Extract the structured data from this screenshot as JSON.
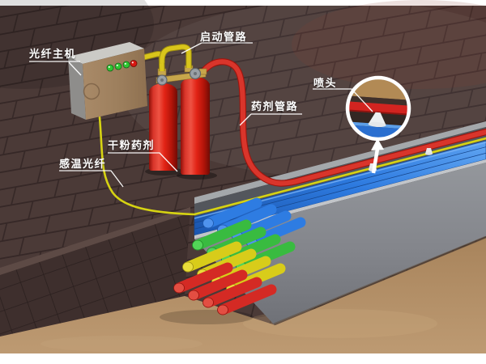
{
  "labels": {
    "fiber_host": "光纤主机",
    "start_pipeline": "启动管路",
    "agent_pipeline": "药剂管路",
    "nozzle": "喷头",
    "dry_powder_agent": "干粉药剂",
    "sensing_fiber": "感温光纤"
  },
  "control_box": {
    "indicator_lights": [
      {
        "color": "#2fc832"
      },
      {
        "color": "#2fc832"
      },
      {
        "color": "#2fc832"
      },
      {
        "color": "#d81710"
      }
    ]
  },
  "equipment": {
    "cylinder_count": 2,
    "tray_bundle_rows": [
      "blue",
      "green",
      "yellow",
      "red"
    ]
  },
  "palette": {
    "background": "#ffffff",
    "brick_floor": "#4b3a37",
    "brick_joint": "#362827",
    "sand": "#b18c63",
    "tray_gray": "#85878c",
    "start_pipe_yellow": "#d9c51b",
    "agent_pipe_red": "#d32522",
    "sensing_fiber_yellow": "#d6d312",
    "tray_cable_blue": "#2e7be0",
    "label_text": "#ffffff"
  }
}
